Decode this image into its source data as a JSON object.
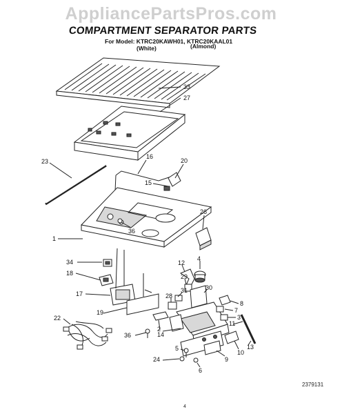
{
  "watermark": "AppliancePartsPros.com",
  "title": "COMPARTMENT SEPARATOR PARTS",
  "subtitle": "For Model: KTRC20KAWH01, KTRC20KAAL01",
  "color_white": "(White)",
  "color_almond": "(Almond)",
  "document_number": "2379131",
  "page_number": "4",
  "callouts": [
    "33",
    "27",
    "23",
    "16",
    "20",
    "15",
    "26",
    "1",
    "36",
    "34",
    "18",
    "17",
    "12",
    "4",
    "29",
    "30",
    "31",
    "28",
    "8",
    "7",
    "3",
    "11",
    "22",
    "19",
    "36",
    "14",
    "2",
    "13",
    "10",
    "9",
    "24",
    "5",
    "6"
  ]
}
